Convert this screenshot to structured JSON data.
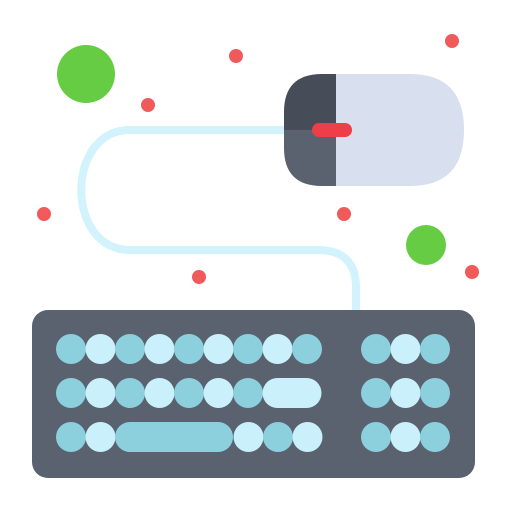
{
  "illustration": {
    "subject": "keyboard-and-mouse-icon",
    "colors": {
      "background": "#ffffff",
      "keyboard_body": "#5a6270",
      "key_light": "#c9f0fb",
      "key_dark": "#8ccfdd",
      "cable": "#d2f2fc",
      "mouse_left_top": "#464c58",
      "mouse_left_bottom": "#5a6270",
      "mouse_right": "#d8dfee",
      "scroll_wheel": "#ee3e48",
      "dot_red": "#f05a5a",
      "dot_green": "#66cc44"
    },
    "keyboard": {
      "main_rows": [
        [
          "dark",
          "light",
          "dark",
          "light",
          "dark",
          "light",
          "dark",
          "light",
          "dark"
        ],
        [
          "dark",
          "light",
          "dark",
          "light",
          "dark",
          "light",
          "dark",
          "wide-light"
        ],
        [
          "dark",
          "light",
          "space-dark",
          "light",
          "dark",
          "light"
        ]
      ],
      "numpad_rows": [
        [
          "dark",
          "light",
          "dark"
        ],
        [
          "dark",
          "light",
          "dark"
        ],
        [
          "dark",
          "light",
          "dark"
        ]
      ]
    }
  }
}
